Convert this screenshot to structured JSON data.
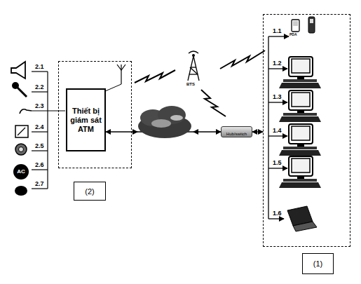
{
  "diagram": {
    "nodes": [
      {
        "text": [
          "(2)"
        ]
      },
      {
        "text": [
          "Thiết bị giám sát ATM"
        ],
        "in": 0
      },
      {
        "text": [
          "Hub/switch"
        ]
      },
      {
        "text": [
          "(1)"
        ]
      }
    ],
    "edges": [
      {
        "from": 1,
        "to": 2,
        "arrow": "both"
      },
      {
        "from": 2,
        "to": 3,
        "arrow": "both"
      }
    ],
    "labels": [
      "2.1",
      "2.2",
      "2.3",
      "2.4",
      "2.5",
      "2.6",
      "2.7",
      "AC",
      "BTS",
      "PDA",
      "1.1",
      "1.2",
      "1.3",
      "1.4",
      "1.5",
      "1.6"
    ]
  }
}
